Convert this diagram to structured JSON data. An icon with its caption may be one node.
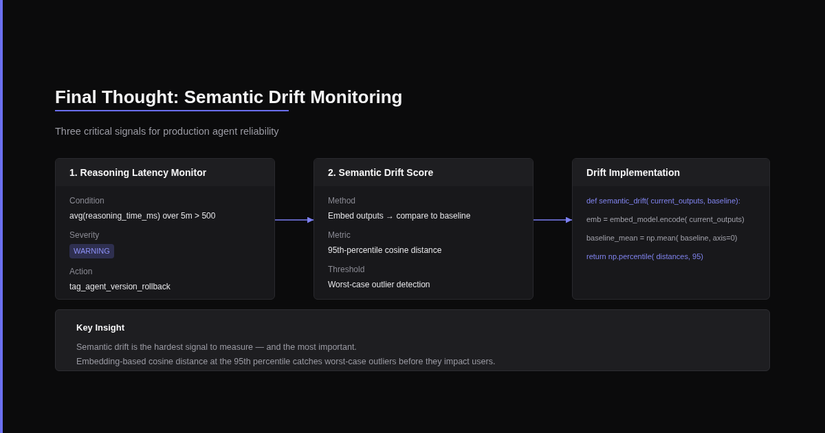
{
  "diagram": {
    "title": "Final Thought: Semantic Drift Monitoring",
    "nodes": [
      {
        "text": [
          "1. Reasoning Latency Monitor",
          "Condition",
          "avg(reasoning_time_ms) over 5m > 500",
          "Severity",
          "Action",
          "tag_agent_version_rollback"
        ]
      },
      {
        "text": [
          "WARNING"
        ],
        "in": 0
      },
      {
        "text": [
          "2. Semantic Drift Score",
          "Method",
          "Embed outputs → compare to baseline",
          "Metric",
          "95th-percentile cosine distance",
          "Threshold",
          "Worst-case outlier detection"
        ]
      },
      {
        "text": [
          "Drift Implementation",
          "def semantic_drift( current_outputs, baseline):",
          "emb = embed_model.encode( current_outputs)",
          "baseline_mean = np.mean( baseline, axis=0)",
          "return np.percentile( distances, 95)"
        ]
      },
      {
        "text": [
          "Key Insight",
          "Semantic drift is the hardest signal to measure — and the most important.",
          "Embedding-based cosine distance at the 95th percentile catches worst-case outliers before they impact users."
        ]
      }
    ],
    "edges": [
      {
        "from": 0,
        "to": 2,
        "arrow": "to"
      },
      {
        "from": 2,
        "to": 3,
        "arrow": "to"
      }
    ],
    "labels": [
      "Three critical signals for production agent reliability"
    ]
  }
}
